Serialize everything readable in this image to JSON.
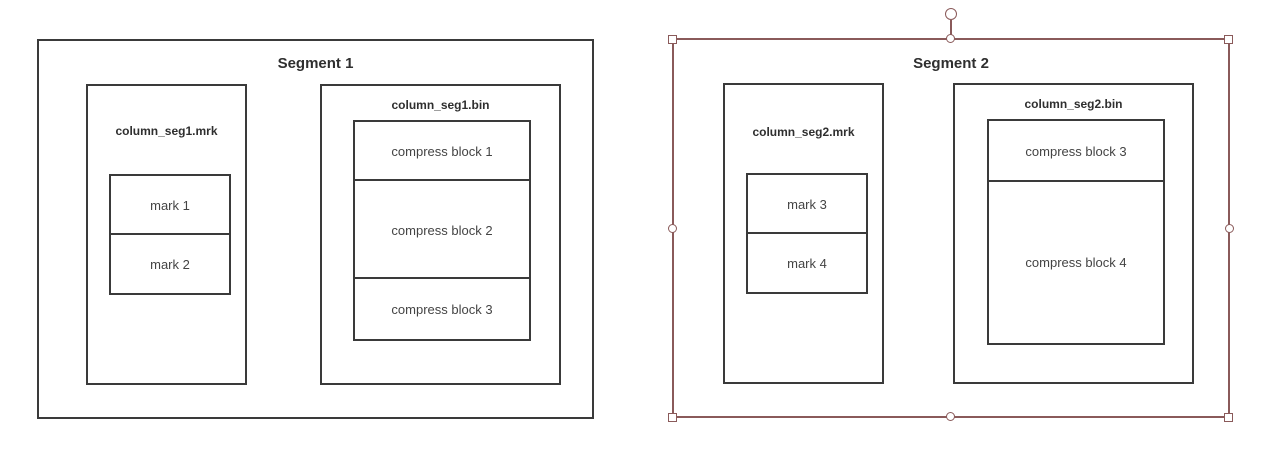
{
  "segments": [
    {
      "title": "Segment 1",
      "mark_file": {
        "name": "column_seg1.mrk",
        "marks": [
          "mark 1",
          "mark 2"
        ]
      },
      "bin_file": {
        "name": "column_seg1.bin",
        "blocks": [
          "compress block 1",
          "compress block 2",
          "compress block 3"
        ]
      }
    },
    {
      "title": "Segment 2",
      "selected": true,
      "mark_file": {
        "name": "column_seg2.mrk",
        "marks": [
          "mark 3",
          "mark 4"
        ]
      },
      "bin_file": {
        "name": "column_seg2.bin",
        "blocks": [
          "compress block 3",
          "compress block 4"
        ]
      }
    }
  ],
  "colors": {
    "border": "#3a3a3a",
    "selection": "#8a5a5a"
  }
}
